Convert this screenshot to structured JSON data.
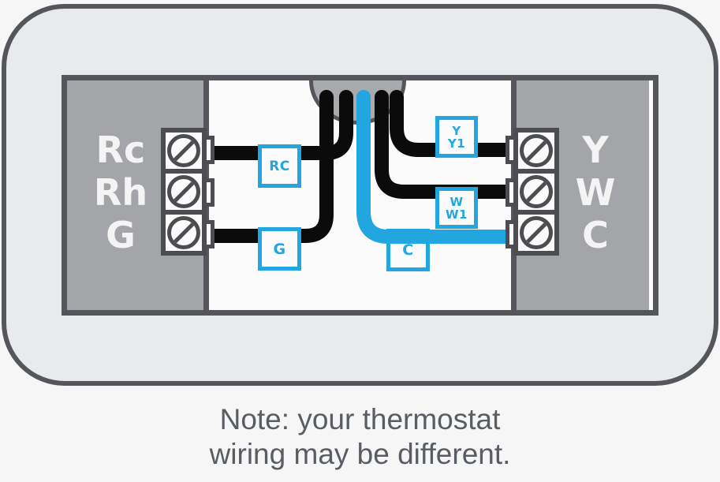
{
  "wallplate": {
    "left_terminals": [
      "Rc",
      "Rh",
      "G"
    ],
    "right_terminals": [
      "Y",
      "W",
      "C"
    ]
  },
  "wire_tags": {
    "rc": "RC",
    "g": "G",
    "c": "C",
    "y": {
      "line1": "Y",
      "line2": "Y1"
    },
    "w": {
      "line1": "W",
      "line2": "W1"
    }
  },
  "note": {
    "line1": "Note: your thermostat",
    "line2": "wiring may be different."
  },
  "colors": {
    "wire_black": "#0b0b0c",
    "wire_blue": "#21a6df",
    "accent_blue": "#21a6df",
    "panel_gray": "#a3a5a8",
    "outline_gray": "#54565b",
    "note_gray": "#585c63"
  }
}
